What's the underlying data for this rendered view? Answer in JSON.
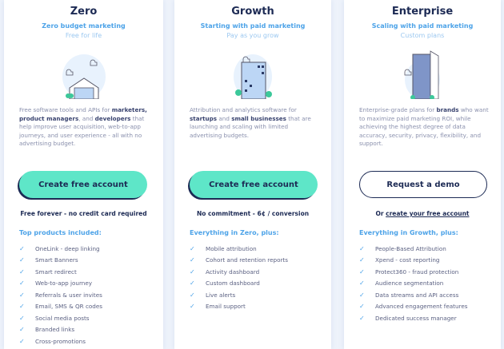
{
  "plans": [
    {
      "title": "Zero",
      "subtitle": "Zero budget marketing",
      "price": "Free for life",
      "desc_parts": [
        "Free software tools and APIs for ",
        "marketers, product managers",
        ", and ",
        "developers",
        " that help improve user acquisition, web-to-app journeys, and user experience - all with no advertising budget."
      ],
      "button": "Create free account",
      "note": "Free forever - no credit card required",
      "list_heading": "Top products included:",
      "items": [
        "OneLink - deep linking",
        "Smart Banners",
        "Smart redirect",
        "Web-to-app journey",
        "Referrals & user invites",
        "Email, SMS & QR codes",
        "Social media posts",
        "Branded links",
        "Cross-promotions"
      ]
    },
    {
      "title": "Growth",
      "subtitle": "Starting with paid marketing",
      "price": "Pay as you grow",
      "desc_parts": [
        "Attribution and analytics software for ",
        "startups",
        " and ",
        "small businesses",
        " that are launching and scaling with limited advertising budgets."
      ],
      "button": "Create free account",
      "note": "No commitment - 6¢ / conversion",
      "list_heading": "Everything in Zero, plus:",
      "items": [
        "Mobile attribution",
        "Cohort and retention reports",
        "Activity dashboard",
        "Custom dashboard",
        "Live alerts",
        "Email support"
      ]
    },
    {
      "title": "Enterprise",
      "subtitle": "Scaling with paid marketing",
      "price": "Custom plans",
      "desc_parts": [
        "Enterprise-grade plans for ",
        "brands",
        " who want to maximize paid marketing ROI, while achieving the highest degree of data accuracy, security, privacy, flexibility, and support.",
        "",
        ""
      ],
      "button": "Request a demo",
      "note_prefix": "Or ",
      "note_link": "create your free account",
      "list_heading": "Everything in Growth, plus:",
      "items": [
        "People-Based Attribution",
        "Xpend - cost reporting",
        "Protect360 - fraud protection",
        "Audience segmentation",
        "Data streams and API access",
        "Advanced engagement features",
        "Dedicated success manager"
      ]
    }
  ],
  "colors": {
    "accent": "#4da3e8",
    "button": "#5ee6c8",
    "navy": "#1c2a54"
  }
}
